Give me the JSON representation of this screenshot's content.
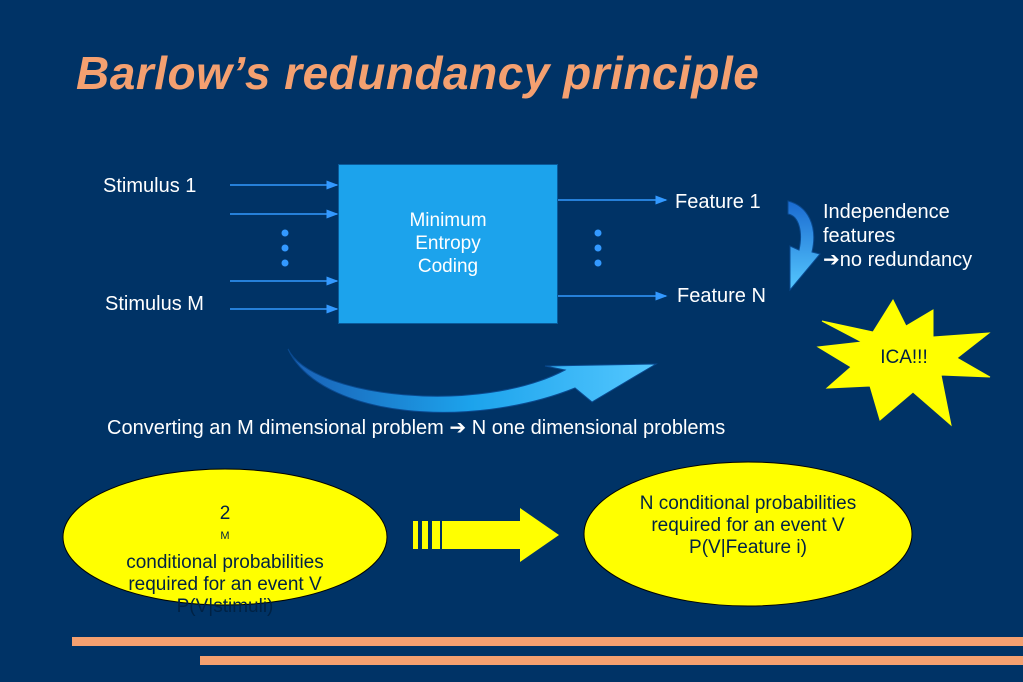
{
  "title": "Barlow’s redundancy principle",
  "inputs": {
    "first": "Stimulus 1",
    "last": "Stimulus M"
  },
  "box": {
    "line1": "Minimum",
    "line2": "Entropy",
    "line3": "Coding"
  },
  "outputs": {
    "first": "Feature 1",
    "last": "Feature N"
  },
  "independence": {
    "line1": "Independence",
    "line2": "features",
    "line3_arrow": "➔",
    "line3_text": "no redundancy"
  },
  "star": {
    "text": "ICA!!!"
  },
  "caption": {
    "left": "Converting an M dimensional problem",
    "arrow": "➔",
    "right": "N one dimensional problems"
  },
  "left_ellipse": {
    "base": "2",
    "exponent": "M",
    "line1_rest": " conditional probabilities",
    "line2": "required for an event V",
    "line3": "P(V|stimuli)"
  },
  "right_ellipse": {
    "line1": "N conditional probabilities",
    "line2": "required for an event V",
    "line3": "P(V|Feature i)"
  },
  "colors": {
    "background": "#003366",
    "title": "#f4a070",
    "box": "#1ca3ec",
    "ellipse": "#ffff00",
    "arrow_lines": "#3399ff"
  }
}
